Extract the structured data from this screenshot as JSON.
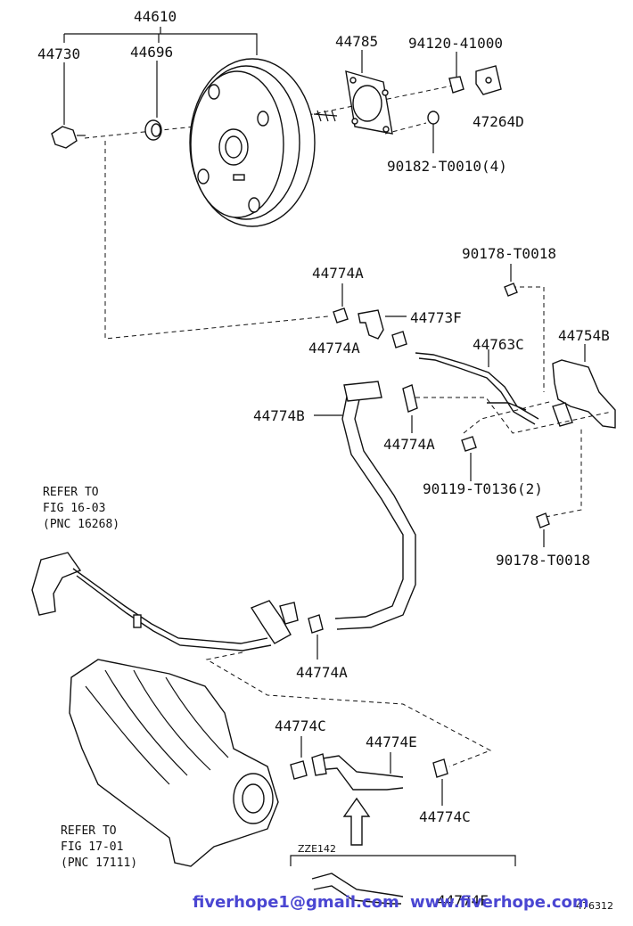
{
  "labels": {
    "p44610": "44610",
    "p44730": "44730",
    "p44696": "44696",
    "p44785": "44785",
    "p94120": "94120-41000",
    "p47264D": "47264D",
    "p90182": "90182-T0010(4)",
    "p90178a": "90178-T0018",
    "p44774A_1": "44774A",
    "p44773F": "44773F",
    "p44774A_2": "44774A",
    "p44763C": "44763C",
    "p44754B": "44754B",
    "p44774B": "44774B",
    "p44774A_3": "44774A",
    "p90119": "90119-T0136(2)",
    "p90178b": "90178-T0018",
    "p44774A_4": "44774A",
    "p44774C_1": "44774C",
    "p44774E": "44774E",
    "p44774C_2": "44774C",
    "p44774F": "44774F"
  },
  "refers": {
    "ref1_line1": "REFER TO",
    "ref1_line2": "FIG 16-03",
    "ref1_line3": "(PNC 16268)",
    "ref2_line1": "REFER TO",
    "ref2_line2": "FIG 17-01",
    "ref2_line3": "(PNC 17111)"
  },
  "variant_code": "ZZE142",
  "figure_number": "476312",
  "watermark": {
    "email": "fiverhope1@gmail.com",
    "site": "www.fiverhope.com",
    "color": "#4a46d2"
  }
}
